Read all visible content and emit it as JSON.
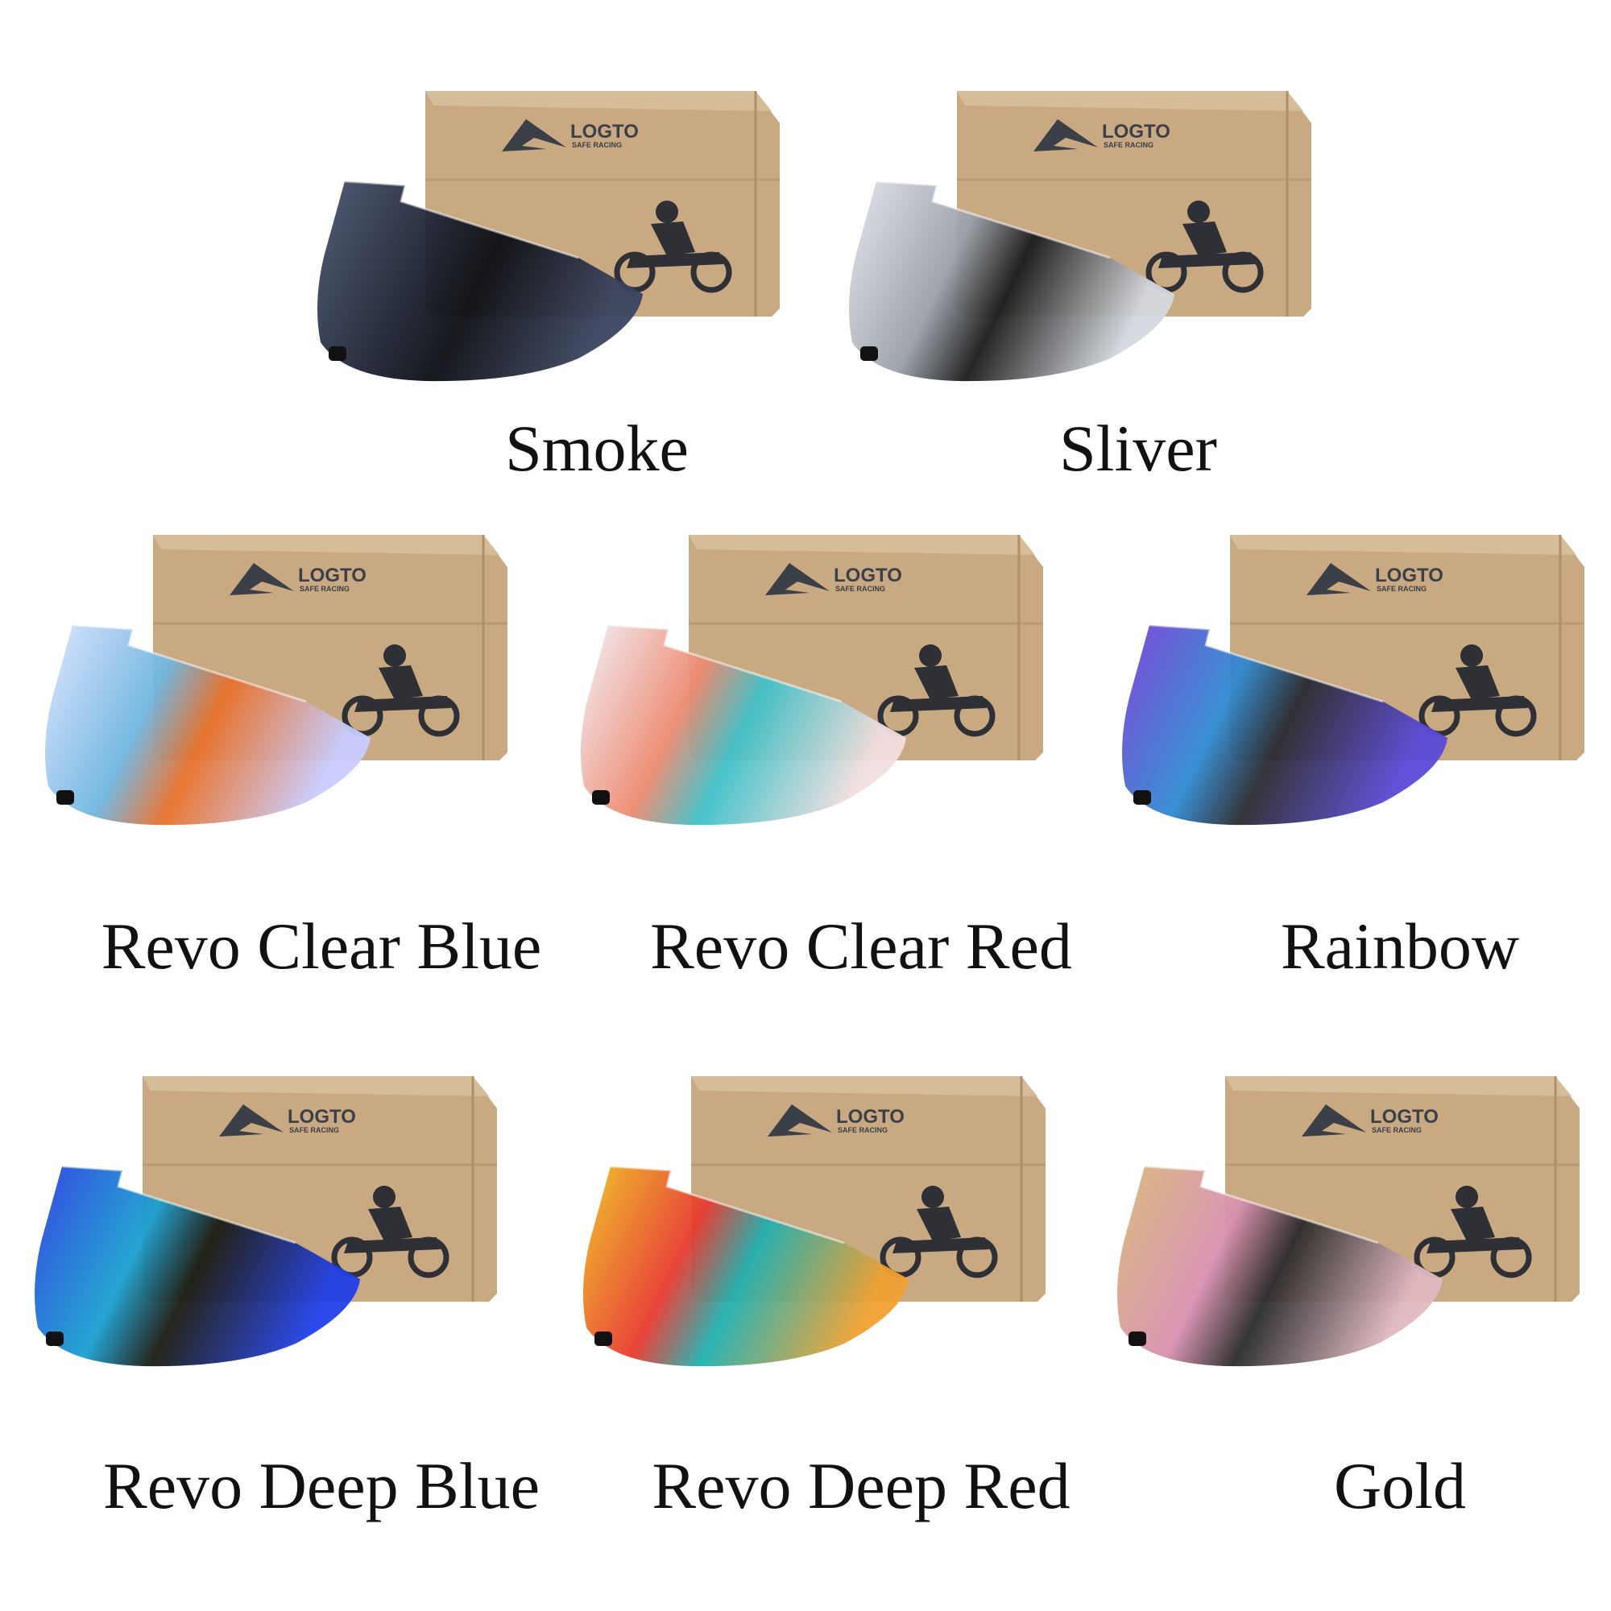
{
  "brand": {
    "name": "LOGTO",
    "tagline": "SAFE RACING"
  },
  "box_color": "#c8a982",
  "items": [
    {
      "label": "Smoke",
      "colors": [
        "#4a5570",
        "#1d2333",
        "#0b0d12",
        "#3a4460"
      ]
    },
    {
      "label": "Sliver",
      "colors": [
        "#e3e6ec",
        "#9aa0a8",
        "#1a1a1a",
        "#d5d9df"
      ]
    },
    {
      "label": "Revo Clear Blue",
      "colors": [
        "#dfe4ff",
        "#6fb6e0",
        "#e8702a",
        "#c8ccff"
      ]
    },
    {
      "label": "Revo Clear Red",
      "colors": [
        "#f2f0fa",
        "#ee8a70",
        "#3fc0c8",
        "#f2dede"
      ]
    },
    {
      "label": "Rainbow",
      "colors": [
        "#7a3fd8",
        "#2f8ad0",
        "#2a2a30",
        "#5a4ad8"
      ]
    },
    {
      "label": "Revo Deep Blue",
      "colors": [
        "#2a3ee0",
        "#1aa0d0",
        "#1a1a10",
        "#2040e8"
      ]
    },
    {
      "label": "Revo Deep Red",
      "colors": [
        "#f0c020",
        "#e83a30",
        "#20b0b0",
        "#f0a030"
      ]
    },
    {
      "label": "Gold",
      "colors": [
        "#d8b878",
        "#d890b0",
        "#2a2a2a",
        "#e0b8c0"
      ]
    }
  ]
}
